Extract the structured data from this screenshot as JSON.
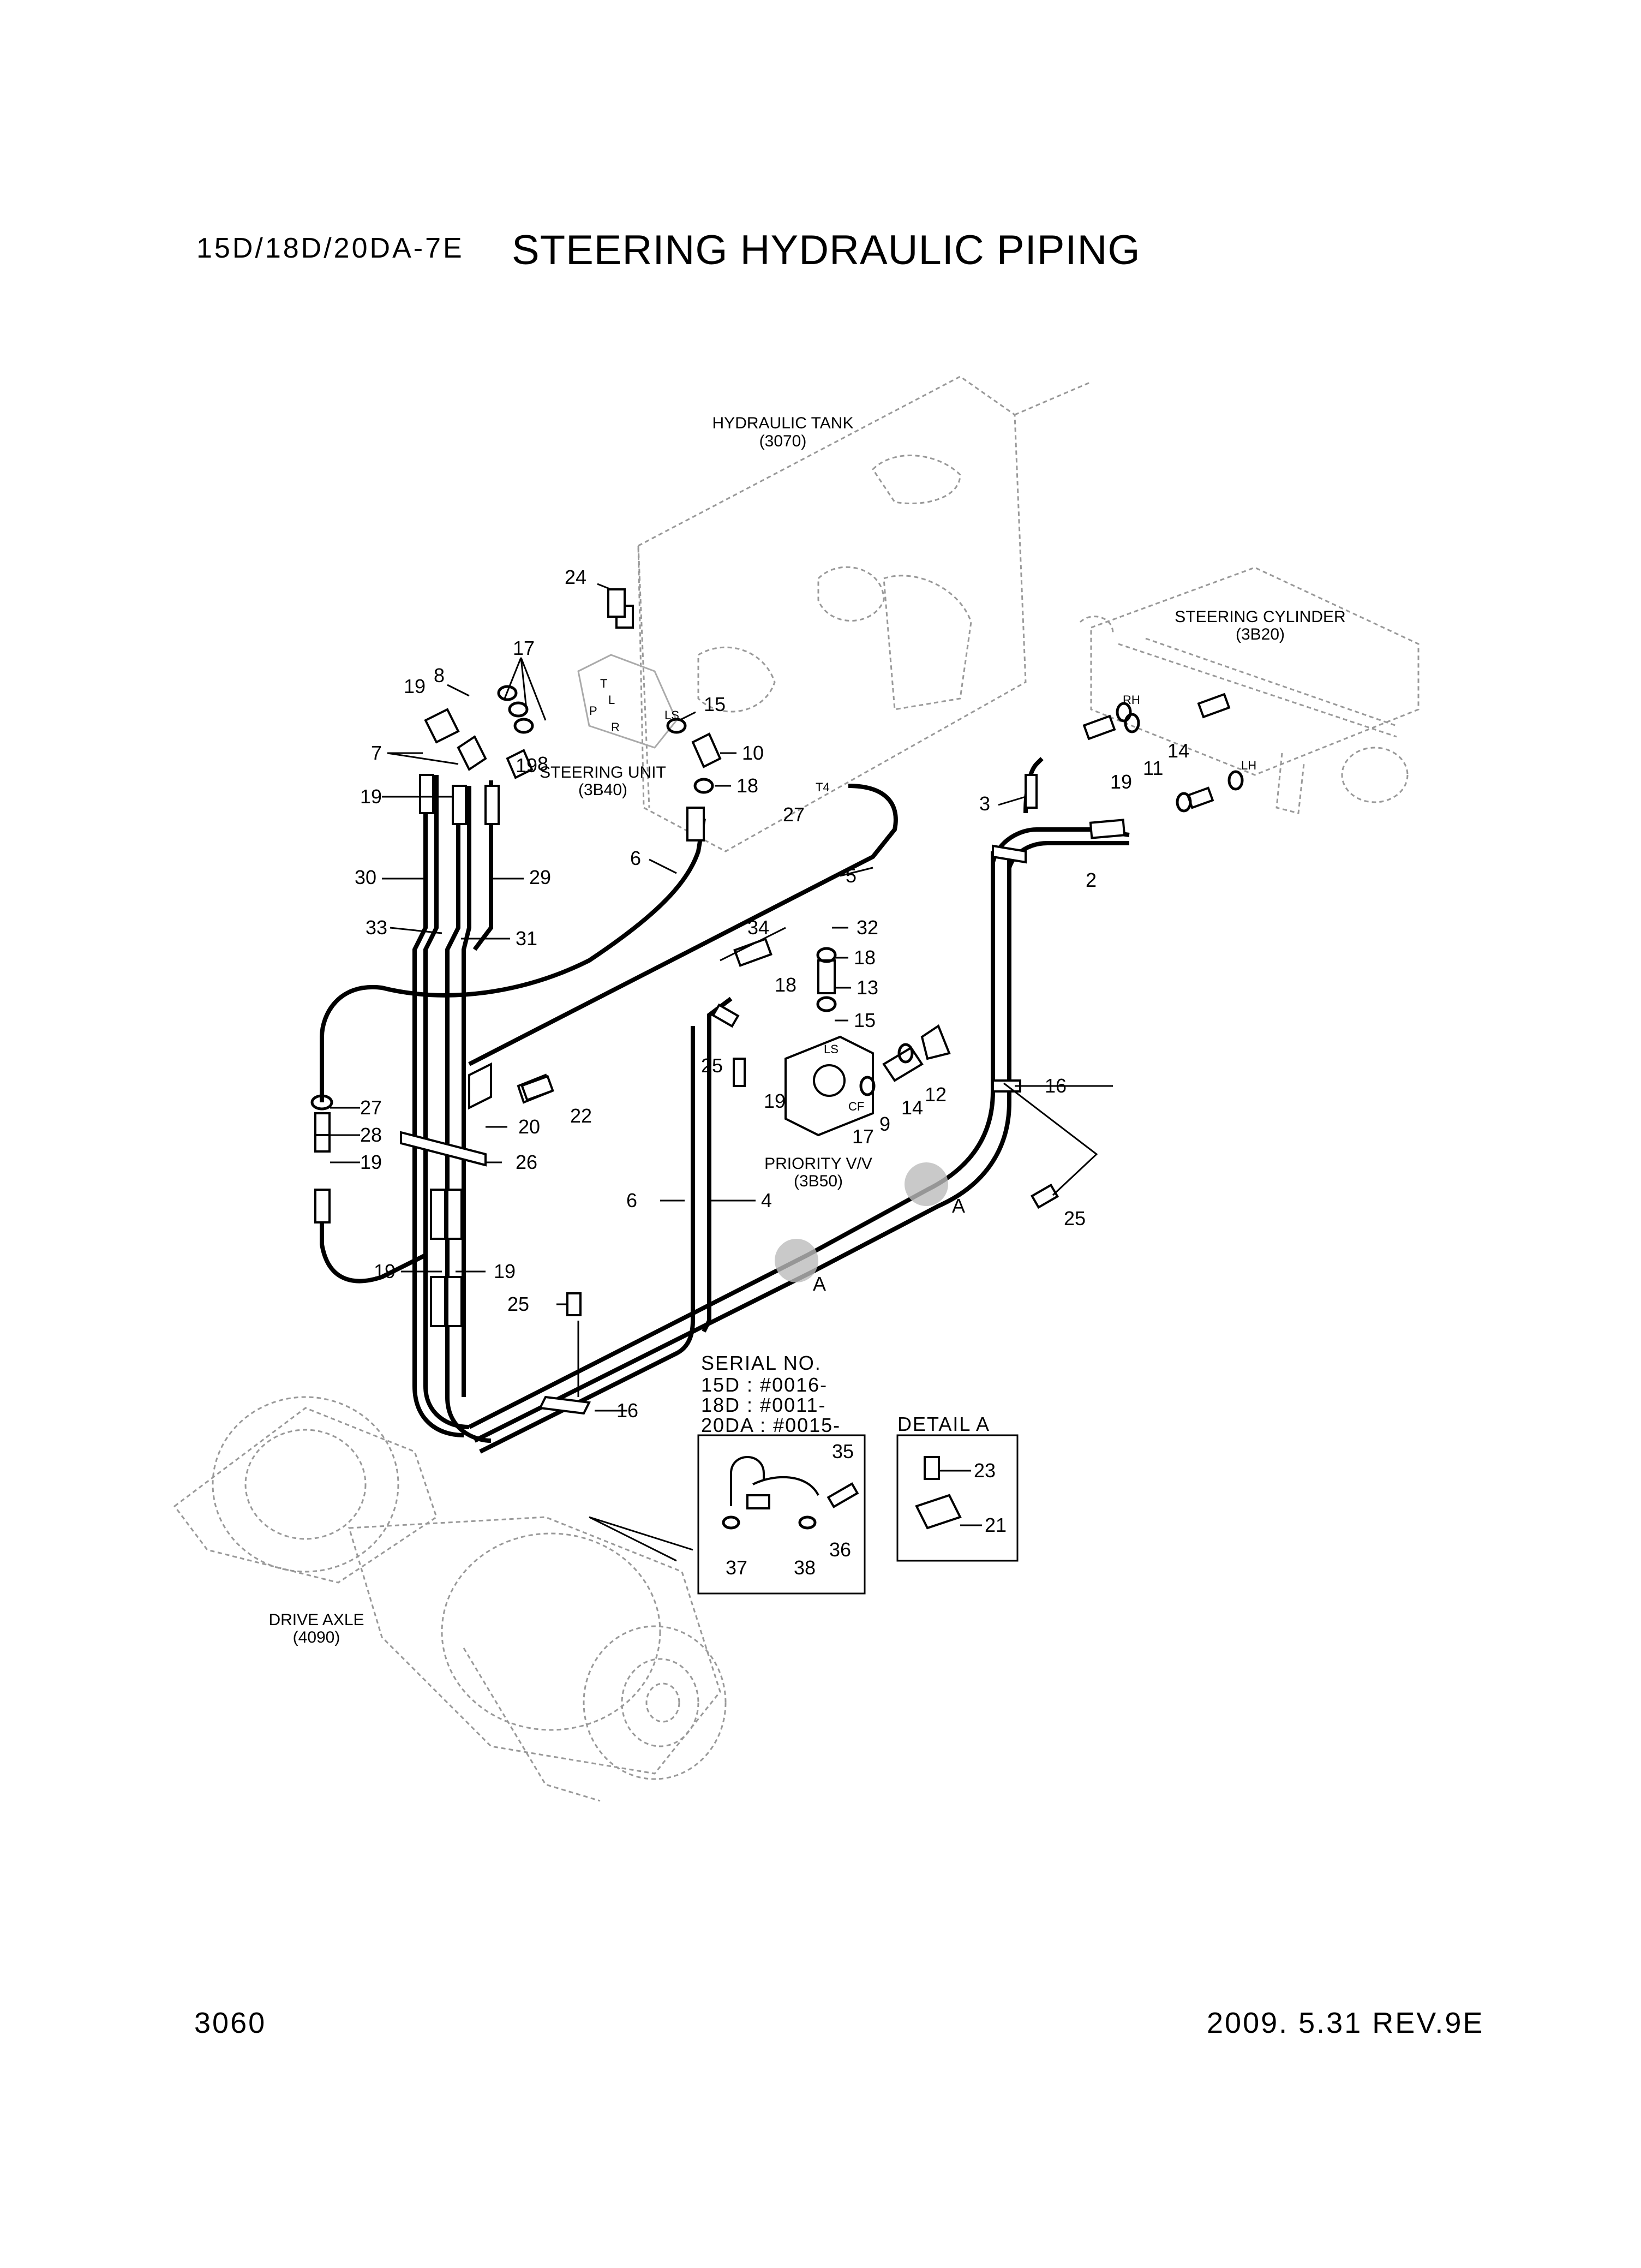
{
  "header": {
    "model": "15D/18D/20DA-7E",
    "title": "STEERING HYDRAULIC PIPING"
  },
  "footer": {
    "page": "3060",
    "date_rev": "2009. 5.31  REV.9E"
  },
  "components": {
    "hydraulic_tank": {
      "name": "HYDRAULIC TANK",
      "ref": "(3070)"
    },
    "steering_cylinder": {
      "name": "STEERING CYLINDER",
      "ref": "(3B20)"
    },
    "steering_unit": {
      "name": "STEERING UNIT",
      "ref": "(3B40)"
    },
    "priority_valve": {
      "name": "PRIORITY V/V",
      "ref": "(3B50)"
    },
    "drive_axle": {
      "name": "DRIVE AXLE",
      "ref": "(4090)"
    }
  },
  "port_labels": {
    "t": "T",
    "l": "L",
    "p": "P",
    "r": "R",
    "ls": "LS",
    "t4": "T4",
    "rh": "RH",
    "lh": "LH",
    "ls2": "LS",
    "cf": "CF"
  },
  "callouts": {
    "c24": "24",
    "c17": "17",
    "c8": "8",
    "c19a": "19",
    "c15": "15",
    "c10": "10",
    "c7": "7",
    "c19b": "19",
    "c8b": "8",
    "c18": "18",
    "c27": "27",
    "c19c": "19",
    "c30": "30",
    "c29": "29",
    "c6": "6",
    "c5": "5",
    "c33": "33",
    "c31": "31",
    "c3": "3",
    "c2": "2",
    "c14": "14",
    "c11": "11",
    "c19d": "19",
    "c34": "34",
    "c32": "32",
    "c18b": "18",
    "c18c": "18",
    "c13": "13",
    "c15b": "15",
    "c25": "25",
    "c19e": "19",
    "c16": "16",
    "c12": "12",
    "c14b": "14",
    "c9": "9",
    "c17b": "17",
    "c27b": "27",
    "c28": "28",
    "c19f": "19",
    "c20": "20",
    "c22": "22",
    "c26": "26",
    "c6b": "6",
    "c4": "4",
    "cA1": "A",
    "cA2": "A",
    "c25b": "25",
    "c19g": "19",
    "c19h": "19",
    "c25c": "25",
    "c16b": "16"
  },
  "serial_no": {
    "heading": "SERIAL NO.",
    "lines": [
      "15D : #0016-",
      "18D : #0011-",
      "20DA : #0015-"
    ],
    "parts": {
      "p35": "35",
      "p36": "36",
      "p37": "37",
      "p38": "38"
    }
  },
  "detail_a": {
    "heading": "DETAIL A",
    "parts": {
      "p23": "23",
      "p21": "21"
    }
  }
}
